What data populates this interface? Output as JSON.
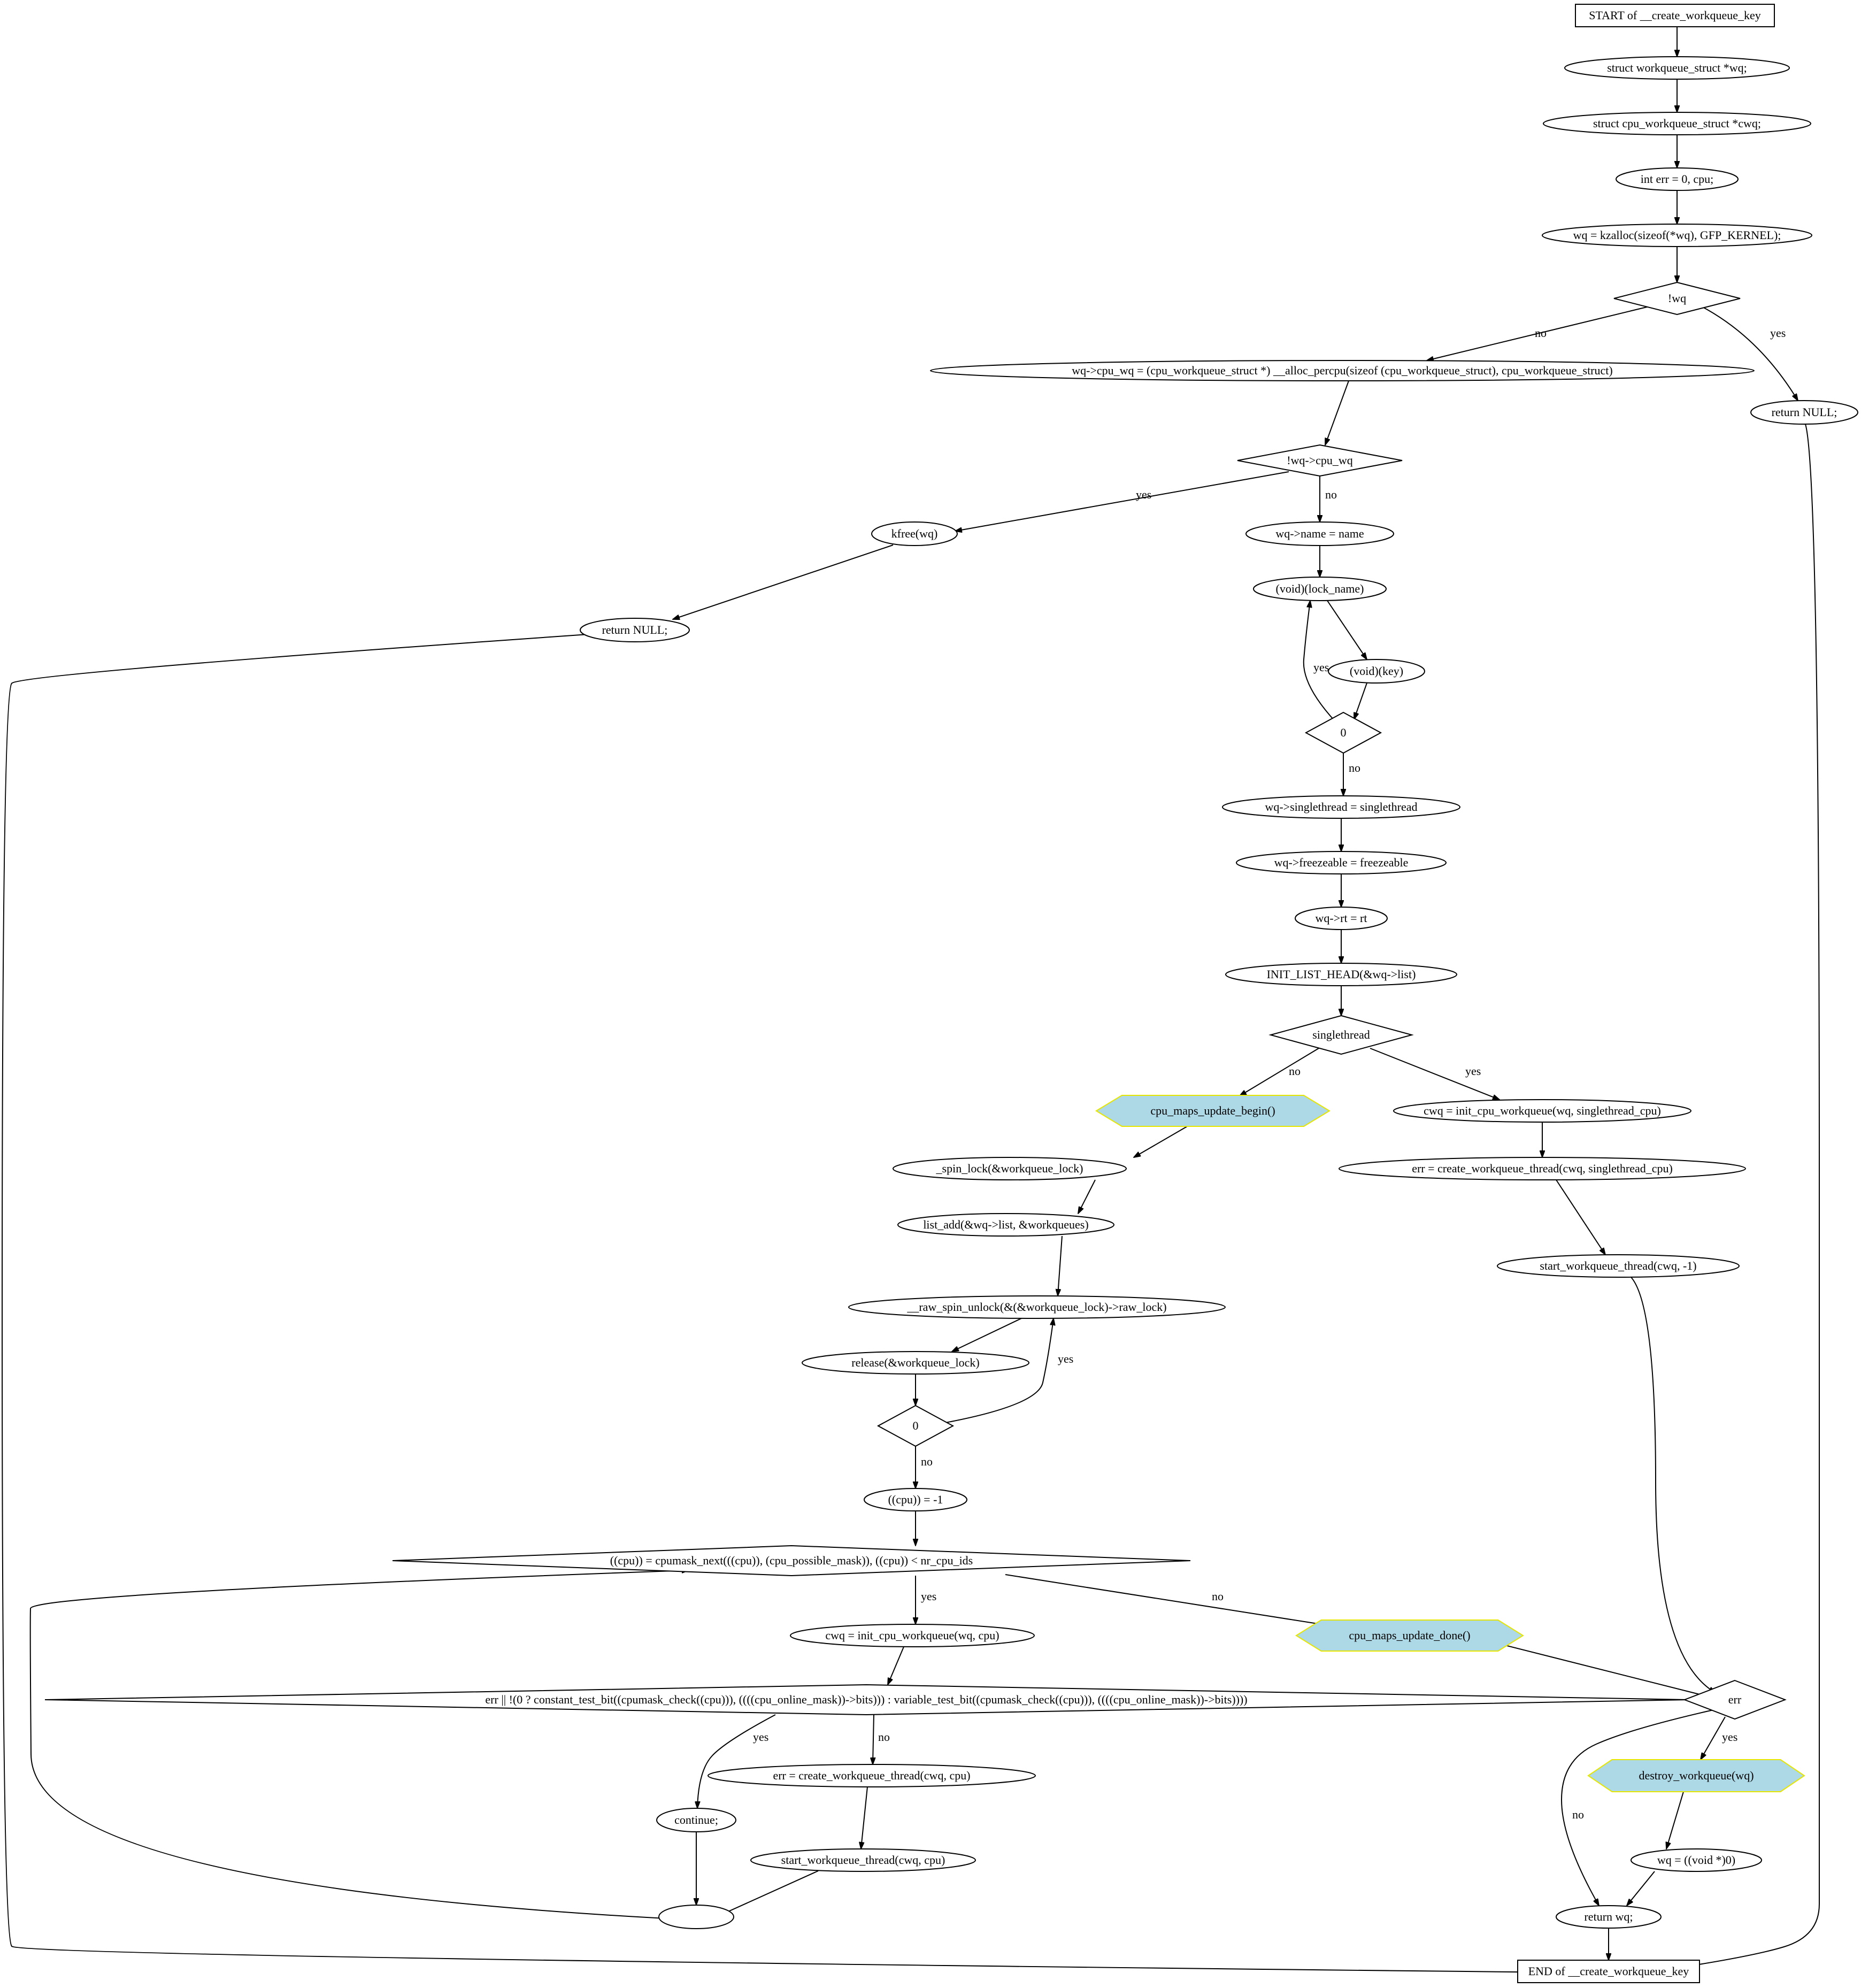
{
  "diagram": {
    "nodes": [
      {
        "id": "start",
        "text": "START of __create_workqueue_key",
        "shape": "box"
      },
      {
        "id": "n1",
        "text": "struct workqueue_struct *wq;",
        "shape": "ellipse"
      },
      {
        "id": "n2",
        "text": "struct cpu_workqueue_struct *cwq;",
        "shape": "ellipse"
      },
      {
        "id": "n3",
        "text": "int err = 0, cpu;",
        "shape": "ellipse"
      },
      {
        "id": "n4",
        "text": "wq = kzalloc(sizeof(*wq), GFP_KERNEL);",
        "shape": "ellipse"
      },
      {
        "id": "d1",
        "text": "!wq",
        "shape": "diamond"
      },
      {
        "id": "n5",
        "text": "wq->cpu_wq = (cpu_workqueue_struct *) __alloc_percpu(sizeof (cpu_workqueue_struct), cpu_workqueue_struct)",
        "shape": "ellipse"
      },
      {
        "id": "n6",
        "text": "return NULL;",
        "shape": "ellipse"
      },
      {
        "id": "d2",
        "text": "!wq->cpu_wq",
        "shape": "diamond"
      },
      {
        "id": "n7",
        "text": "kfree(wq)",
        "shape": "ellipse"
      },
      {
        "id": "n8",
        "text": "wq->name = name",
        "shape": "ellipse"
      },
      {
        "id": "n9",
        "text": "return NULL;",
        "shape": "ellipse"
      },
      {
        "id": "n10",
        "text": "(void)(lock_name)",
        "shape": "ellipse"
      },
      {
        "id": "n11",
        "text": "(void)(key)",
        "shape": "ellipse"
      },
      {
        "id": "d3",
        "text": "0",
        "shape": "diamond"
      },
      {
        "id": "n12",
        "text": "wq->singlethread = singlethread",
        "shape": "ellipse"
      },
      {
        "id": "n13",
        "text": "wq->freezeable = freezeable",
        "shape": "ellipse"
      },
      {
        "id": "n14",
        "text": "wq->rt = rt",
        "shape": "ellipse"
      },
      {
        "id": "n15",
        "text": "INIT_LIST_HEAD(&wq->list)",
        "shape": "ellipse"
      },
      {
        "id": "d4",
        "text": "singlethread",
        "shape": "diamond"
      },
      {
        "id": "h1",
        "text": "cpu_maps_update_begin()",
        "shape": "hexagon"
      },
      {
        "id": "n16",
        "text": "cwq = init_cpu_workqueue(wq, singlethread_cpu)",
        "shape": "ellipse"
      },
      {
        "id": "n17",
        "text": "_spin_lock(&workqueue_lock)",
        "shape": "ellipse"
      },
      {
        "id": "n18",
        "text": "err = create_workqueue_thread(cwq, singlethread_cpu)",
        "shape": "ellipse"
      },
      {
        "id": "n19",
        "text": "list_add(&wq->list, &workqueues)",
        "shape": "ellipse"
      },
      {
        "id": "n20",
        "text": "start_workqueue_thread(cwq, -1)",
        "shape": "ellipse"
      },
      {
        "id": "n21",
        "text": "__raw_spin_unlock(&(&workqueue_lock)->raw_lock)",
        "shape": "ellipse"
      },
      {
        "id": "n22",
        "text": "release(&workqueue_lock)",
        "shape": "ellipse"
      },
      {
        "id": "d5",
        "text": "0",
        "shape": "diamond"
      },
      {
        "id": "n23",
        "text": "((cpu)) = -1",
        "shape": "ellipse"
      },
      {
        "id": "d6",
        "text": "((cpu)) = cpumask_next(((cpu)), (cpu_possible_mask)), ((cpu)) < nr_cpu_ids",
        "shape": "diamond"
      },
      {
        "id": "n24",
        "text": "cwq = init_cpu_workqueue(wq, cpu)",
        "shape": "ellipse"
      },
      {
        "id": "h2",
        "text": "cpu_maps_update_done()",
        "shape": "hexagon"
      },
      {
        "id": "d7",
        "text": "err || !(0 ? constant_test_bit((cpumask_check((cpu))), ((((cpu_online_mask))->bits))) : variable_test_bit((cpumask_check((cpu))), ((((cpu_online_mask))->bits))))",
        "shape": "diamond"
      },
      {
        "id": "d8",
        "text": "err",
        "shape": "diamond"
      },
      {
        "id": "n25",
        "text": "err = create_workqueue_thread(cwq, cpu)",
        "shape": "ellipse"
      },
      {
        "id": "h3",
        "text": "destroy_workqueue(wq)",
        "shape": "hexagon"
      },
      {
        "id": "n26",
        "text": "continue;",
        "shape": "ellipse"
      },
      {
        "id": "n27",
        "text": "start_workqueue_thread(cwq, cpu)",
        "shape": "ellipse"
      },
      {
        "id": "n28",
        "text": "wq = ((void *)0)",
        "shape": "ellipse"
      },
      {
        "id": "n29",
        "text": "",
        "shape": "ellipse"
      },
      {
        "id": "n30",
        "text": "return wq;",
        "shape": "ellipse"
      },
      {
        "id": "end",
        "text": "END of __create_workqueue_key",
        "shape": "box"
      }
    ],
    "edges": [
      {
        "from": "start",
        "to": "n1",
        "label": ""
      },
      {
        "from": "n1",
        "to": "n2",
        "label": ""
      },
      {
        "from": "n2",
        "to": "n3",
        "label": ""
      },
      {
        "from": "n3",
        "to": "n4",
        "label": ""
      },
      {
        "from": "n4",
        "to": "d1",
        "label": ""
      },
      {
        "from": "d1",
        "to": "n5",
        "label": "no"
      },
      {
        "from": "d1",
        "to": "n6",
        "label": "yes"
      },
      {
        "from": "n6",
        "to": "end",
        "label": ""
      },
      {
        "from": "n5",
        "to": "d2",
        "label": ""
      },
      {
        "from": "d2",
        "to": "n7",
        "label": "yes"
      },
      {
        "from": "d2",
        "to": "n8",
        "label": "no"
      },
      {
        "from": "n7",
        "to": "n9",
        "label": ""
      },
      {
        "from": "n9",
        "to": "end",
        "label": ""
      },
      {
        "from": "n8",
        "to": "n10",
        "label": ""
      },
      {
        "from": "n10",
        "to": "n11",
        "label": ""
      },
      {
        "from": "n11",
        "to": "d3",
        "label": ""
      },
      {
        "from": "d3",
        "to": "n10",
        "label": "yes"
      },
      {
        "from": "d3",
        "to": "n12",
        "label": "no"
      },
      {
        "from": "n12",
        "to": "n13",
        "label": ""
      },
      {
        "from": "n13",
        "to": "n14",
        "label": ""
      },
      {
        "from": "n14",
        "to": "n15",
        "label": ""
      },
      {
        "from": "n15",
        "to": "d4",
        "label": ""
      },
      {
        "from": "d4",
        "to": "h1",
        "label": "no"
      },
      {
        "from": "d4",
        "to": "n16",
        "label": "yes"
      },
      {
        "from": "h1",
        "to": "n17",
        "label": ""
      },
      {
        "from": "n16",
        "to": "n18",
        "label": ""
      },
      {
        "from": "n17",
        "to": "n19",
        "label": ""
      },
      {
        "from": "n18",
        "to": "n20",
        "label": ""
      },
      {
        "from": "n19",
        "to": "n21",
        "label": ""
      },
      {
        "from": "n21",
        "to": "n22",
        "label": ""
      },
      {
        "from": "n22",
        "to": "d5",
        "label": ""
      },
      {
        "from": "d5",
        "to": "n21",
        "label": "yes"
      },
      {
        "from": "d5",
        "to": "n23",
        "label": "no"
      },
      {
        "from": "n23",
        "to": "d6",
        "label": ""
      },
      {
        "from": "d6",
        "to": "n24",
        "label": "yes"
      },
      {
        "from": "d6",
        "to": "h2",
        "label": "no"
      },
      {
        "from": "n24",
        "to": "d7",
        "label": ""
      },
      {
        "from": "h2",
        "to": "d8",
        "label": ""
      },
      {
        "from": "n20",
        "to": "d8",
        "label": ""
      },
      {
        "from": "d7",
        "to": "n26",
        "label": "yes"
      },
      {
        "from": "d7",
        "to": "n25",
        "label": "no"
      },
      {
        "from": "d8",
        "to": "h3",
        "label": "yes"
      },
      {
        "from": "d8",
        "to": "n30",
        "label": "no"
      },
      {
        "from": "n25",
        "to": "n27",
        "label": ""
      },
      {
        "from": "h3",
        "to": "n28",
        "label": ""
      },
      {
        "from": "n26",
        "to": "n29",
        "label": ""
      },
      {
        "from": "n27",
        "to": "n29",
        "label": ""
      },
      {
        "from": "n29",
        "to": "d6",
        "label": ""
      },
      {
        "from": "n28",
        "to": "n30",
        "label": ""
      },
      {
        "from": "n30",
        "to": "end",
        "label": ""
      }
    ]
  }
}
